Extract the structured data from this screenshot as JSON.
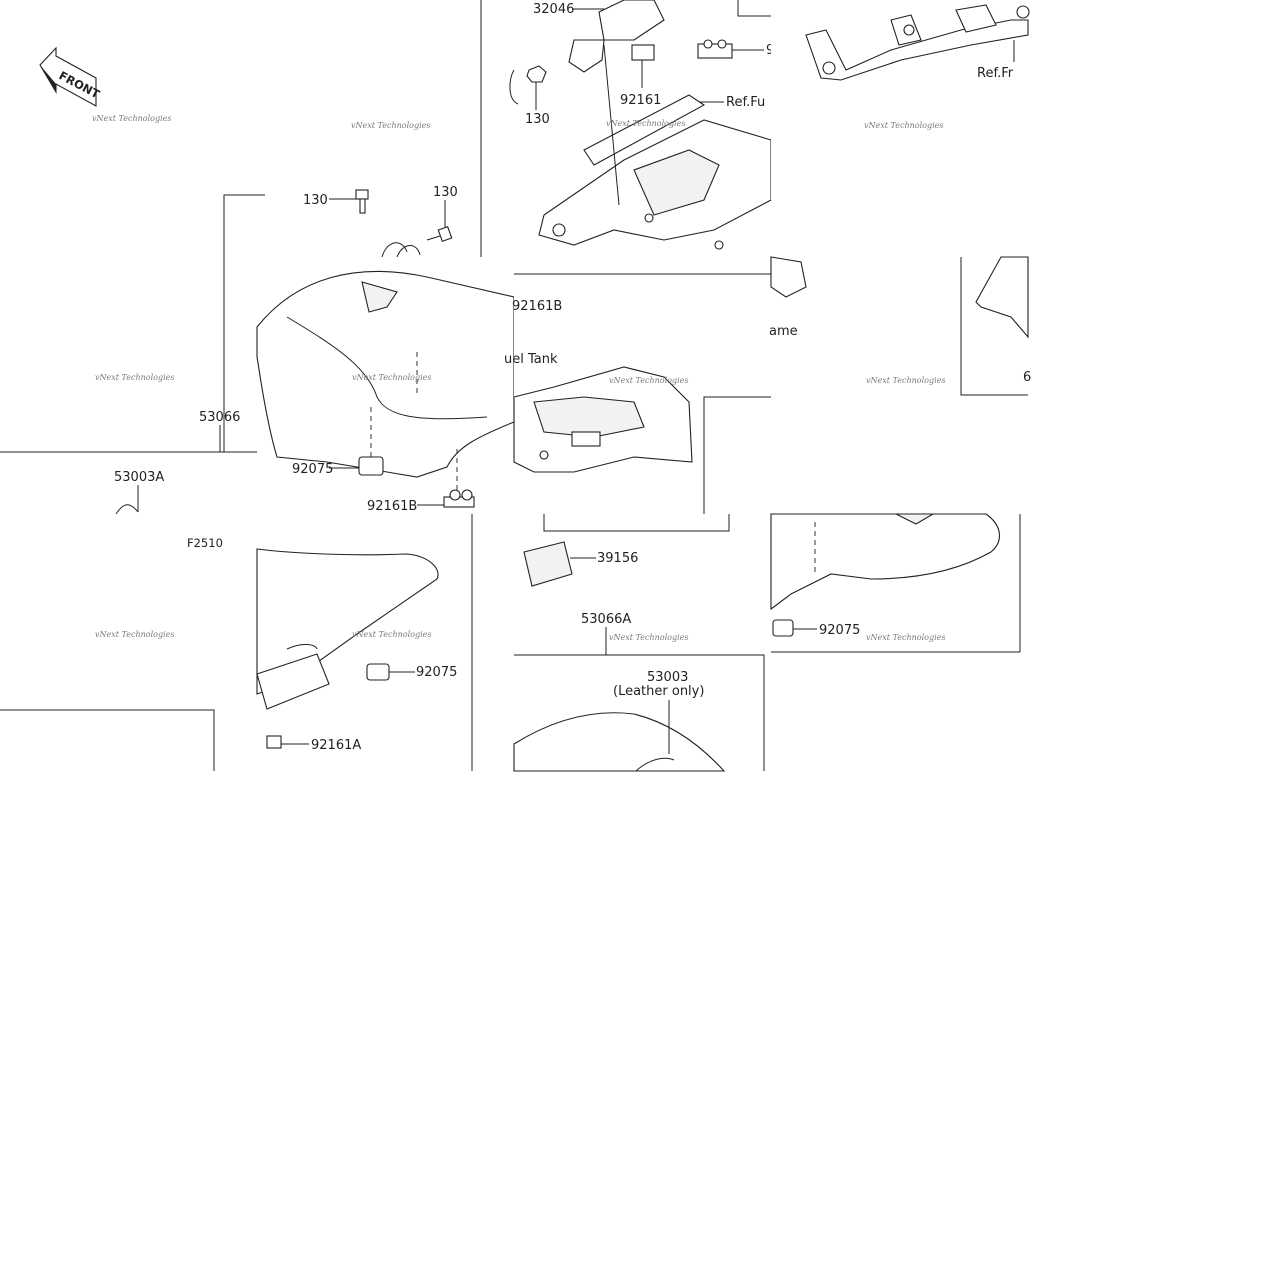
{
  "front_label": "FRONT",
  "watermark_line1": "vNext Technologies",
  "watermark_line2": "Technologies",
  "watermark_top": "vNext",
  "labels": {
    "p32046": "32046",
    "p130a": "130",
    "p92161_top": "92161",
    "ref_fuel_top": "Ref.Fu",
    "ref_frame_top": "Ref.Fr",
    "p130b": "130",
    "p130c": "130",
    "p92161B_top": "92161B",
    "frame_fragment": "ame",
    "fuel_tank_fragment": "uel Tank",
    "p53066": "53066",
    "p92075a": "92075",
    "p92161B_mid": "92161B",
    "p53003A": "53003A",
    "pF2510": "F2510",
    "p39156": "39156",
    "p92075b": "92075",
    "p53066A": "53066A",
    "p92075c": "92075",
    "p92161A": "92161A",
    "p53003": "53003",
    "leather_only": "(Leather only)",
    "right_fragment": "6",
    "top_right_fragment": "9"
  },
  "colors": {
    "line": "#222222",
    "watermark": "#7a7a7a",
    "background": "#ffffff"
  }
}
